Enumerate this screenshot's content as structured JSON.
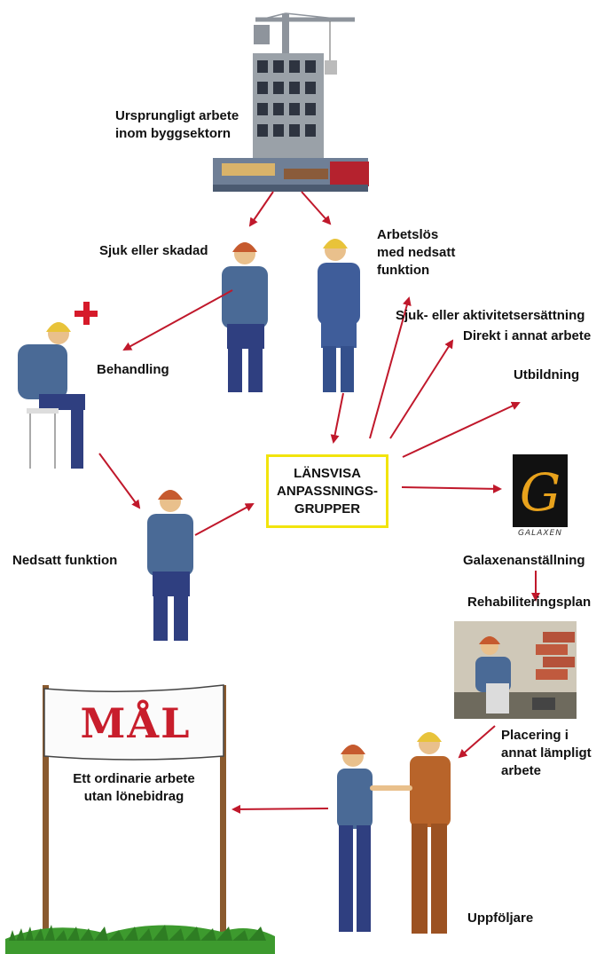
{
  "labels": {
    "original_work": [
      "Ursprungligt arbete",
      "inom byggsektorn"
    ],
    "sick": "Sjuk eller skadad",
    "unemployed": [
      "Arbetslös",
      "med nedsatt",
      "funktion"
    ],
    "treatment": "Behandling",
    "reduced_function": "Nedsatt funktion",
    "sickness_comp": "Sjuk- eller aktivitetsersättning",
    "direct_work": "Direkt i annat arbete",
    "education": "Utbildning",
    "galaxen_employment": "Galaxenanställning",
    "rehab_plan": "Rehabiliteringsplan",
    "placement": [
      "Placering i",
      "annat lämpligt",
      "arbete"
    ],
    "follow_up": "Uppföljare"
  },
  "central_box": [
    "LÄNSVISA",
    "ANPASSNINGS-",
    "GRUPPER"
  ],
  "goal_sign": {
    "title": "MÅL",
    "text": [
      "Ett ordinarie arbete",
      "utan lönebidrag"
    ]
  },
  "galaxen_logo": {
    "letter": "G",
    "word": "GALAXEN"
  },
  "colors": {
    "arrow": "#c0182b",
    "box_border": "#f2e40c",
    "helmet": "#e8c33a",
    "helmet_red": "#c65a2e",
    "shirt": "#4a6a96",
    "trousers": "#2f3f80",
    "sign_red": "#c81e2c"
  }
}
